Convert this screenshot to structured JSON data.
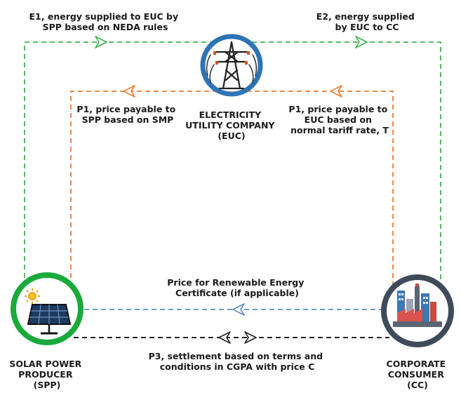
{
  "nodes": {
    "spp": {
      "name_lines": [
        "SOLAR POWER",
        "PRODUCER",
        "(SPP)"
      ],
      "icon": "solar-panel-icon",
      "ring_color": "#1aaa3c"
    },
    "euc": {
      "name_lines": [
        "ELECTRICITY",
        "UTILITY COMPANY",
        "(EUC)"
      ],
      "icon": "transmission-tower-icon",
      "ring_color": "#2f74b5"
    },
    "cc": {
      "name_lines": [
        "CORPORATE",
        "CONSUMER",
        "(CC)"
      ],
      "icon": "factory-icon",
      "ring_color": "#3f4a5a"
    }
  },
  "flows": {
    "e1": {
      "lines": [
        "E1, energy supplied to EUC by",
        "SPP based on NEDA rules"
      ],
      "color": "#3cb44b"
    },
    "e2": {
      "lines": [
        "E2, energy supplied",
        "by EUC to CC"
      ],
      "color": "#3cb44b"
    },
    "p1_spp": {
      "lines": [
        "P1, price payable to",
        "SPP based on SMP"
      ],
      "color": "#ed7d31"
    },
    "p1_euc": {
      "lines": [
        "P1, price payable to",
        "EUC based on",
        "normal tariff rate, T"
      ],
      "color": "#ed7d31"
    },
    "rec": {
      "lines": [
        "Price for Renewable Energy",
        "Certificate (if applicable)"
      ],
      "color": "#5b8fc7"
    },
    "p3": {
      "lines": [
        "P3, settlement based on terms and",
        "conditions in CGPA with price C"
      ],
      "color": "#222222"
    }
  }
}
